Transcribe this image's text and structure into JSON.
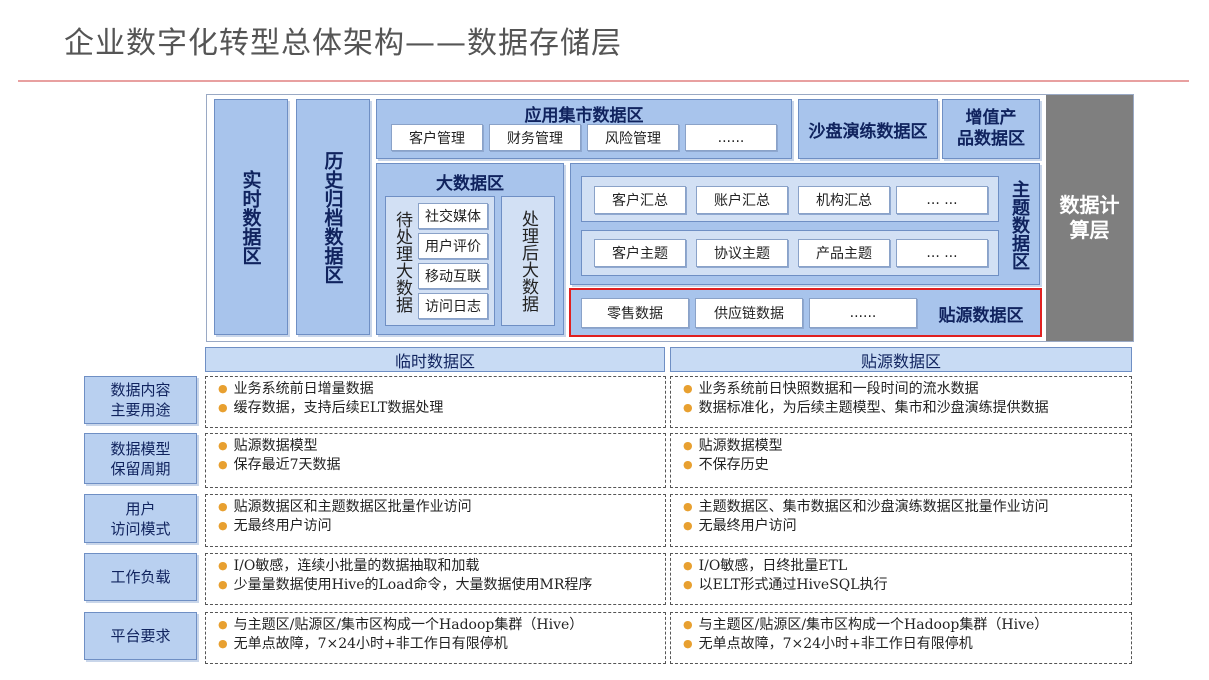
{
  "title": "企业数字化转型总体架构——数据存储层",
  "arch": {
    "realtime": "实时数据区",
    "archive": "历史归档数据区",
    "app_mart": {
      "title": "应用集市数据区",
      "items": [
        "客户管理",
        "财务管理",
        "风险管理",
        "......"
      ]
    },
    "sandbox": "沙盘演练数据区",
    "value_added": {
      "line1": "增值产",
      "line2": "品数据区"
    },
    "compute": {
      "line1": "数据计",
      "line2": "算层"
    },
    "bigdata": {
      "title": "大数据区",
      "pending": "待处理大数据",
      "pending_items": [
        "社交媒体",
        "用户评价",
        "移动互联",
        "访问日志"
      ],
      "processed": "处理后大数据"
    },
    "subject": {
      "label": "主题数据区",
      "row1": [
        "客户汇总",
        "账户汇总",
        "机构汇总",
        "... ..."
      ],
      "row2": [
        "客户主题",
        "协议主题",
        "产品主题",
        "... ..."
      ]
    },
    "source": {
      "items": [
        "零售数据",
        "供应链数据",
        "......"
      ],
      "label": "贴源数据区"
    }
  },
  "table": {
    "headers": [
      "临时数据区",
      "贴源数据区"
    ],
    "rows": [
      {
        "label": "数据内容\n主要用途",
        "left": [
          "业务系统前日增量数据",
          "缓存数据，支持后续ELT数据处理"
        ],
        "right": [
          "业务系统前日快照数据和一段时间的流水数据",
          "数据标准化，为后续主题模型、集市和沙盘演练提供数据"
        ]
      },
      {
        "label": "数据模型\n保留周期",
        "left": [
          "贴源数据模型",
          "保存最近7天数据"
        ],
        "right": [
          "贴源数据模型",
          "不保存历史"
        ]
      },
      {
        "label": "用户\n访问模式",
        "left": [
          "贴源数据区和主题数据区批量作业访问",
          "无最终用户访问"
        ],
        "right": [
          "主题数据区、集市数据区和沙盘演练数据区批量作业访问",
          "无最终用户访问"
        ]
      },
      {
        "label": "工作负载",
        "left": [
          "I/O敏感，连续小批量的数据抽取和加载",
          "少量量数据使用Hive的Load命令，大量数据使用MR程序"
        ],
        "right": [
          "I/O敏感，日终批量ETL",
          "以ELT形式通过HiveSQL执行"
        ]
      },
      {
        "label": "平台要求",
        "left": [
          "与主题区/贴源区/集市区构成一个Hadoop集群（Hive）",
          "无单点故障，7×24小时+非工作日有限停机"
        ],
        "right": [
          "与主题区/贴源区/集市区构成一个Hadoop集群（Hive）",
          "无单点故障，7×24小时+非工作日有限停机"
        ]
      }
    ]
  }
}
